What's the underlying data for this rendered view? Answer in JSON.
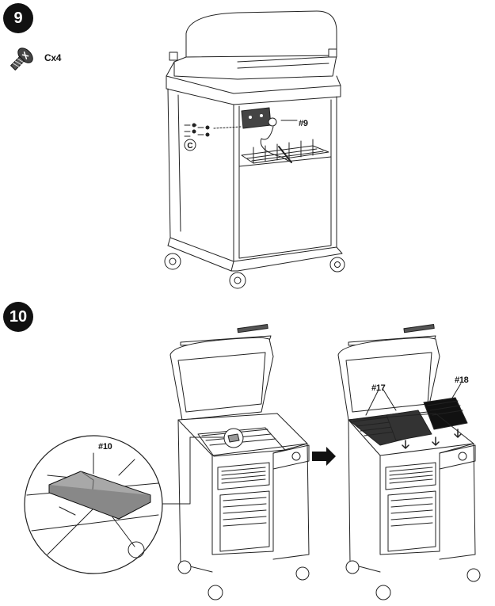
{
  "steps": {
    "step9": {
      "number": "9"
    },
    "step10": {
      "number": "10"
    }
  },
  "hardware": {
    "screw_quantity": "Cx4",
    "hole_marker": "C"
  },
  "callouts": {
    "part9": "#9",
    "part10": "#10",
    "part17": "#17",
    "part18": "#18"
  }
}
